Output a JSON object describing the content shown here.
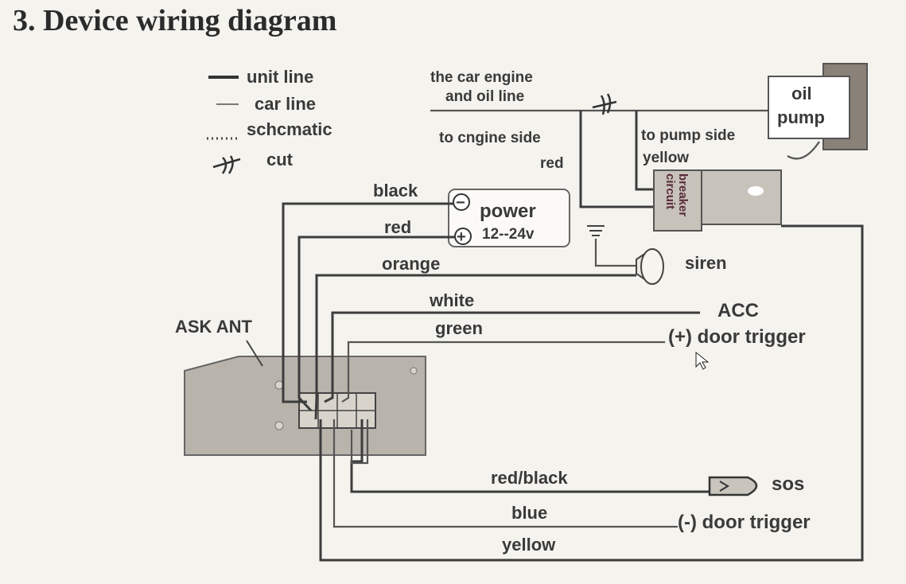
{
  "title": "3. Device wiring diagram",
  "legend": {
    "unit_line": "unit line",
    "car_line": "car line",
    "schematic": "schcmatic",
    "cut": "cut"
  },
  "engine_line": {
    "line1": "the car engine",
    "line2": "and oil line",
    "to_engine": "to cngine side",
    "red": "red",
    "to_pump": "to pump side",
    "yellow": "yellow"
  },
  "oil_pump": {
    "line1": "oil",
    "line2": "pump"
  },
  "circuit_breaker": {
    "line1": "circuit",
    "line2": "breaker"
  },
  "power": {
    "label": "power",
    "voltage": "12--24v",
    "minus": "−",
    "plus": "+"
  },
  "siren": "siren",
  "ask_ant": "ASK ANT",
  "wires": {
    "black": "black",
    "red": "red",
    "orange": "orange",
    "white": "white",
    "green": "green",
    "red_black": "red/black",
    "blue": "blue",
    "yellow": "yellow"
  },
  "targets": {
    "acc": "ACC",
    "door_plus": "(+) door trigger",
    "sos": "sos",
    "door_minus": "(-) door trigger"
  },
  "colors": {
    "wire": "#3c3c3c",
    "device_fill": "#b8b3ab",
    "breaker_fill": "#c7c2ba",
    "pump_dark": "#8a8178"
  }
}
